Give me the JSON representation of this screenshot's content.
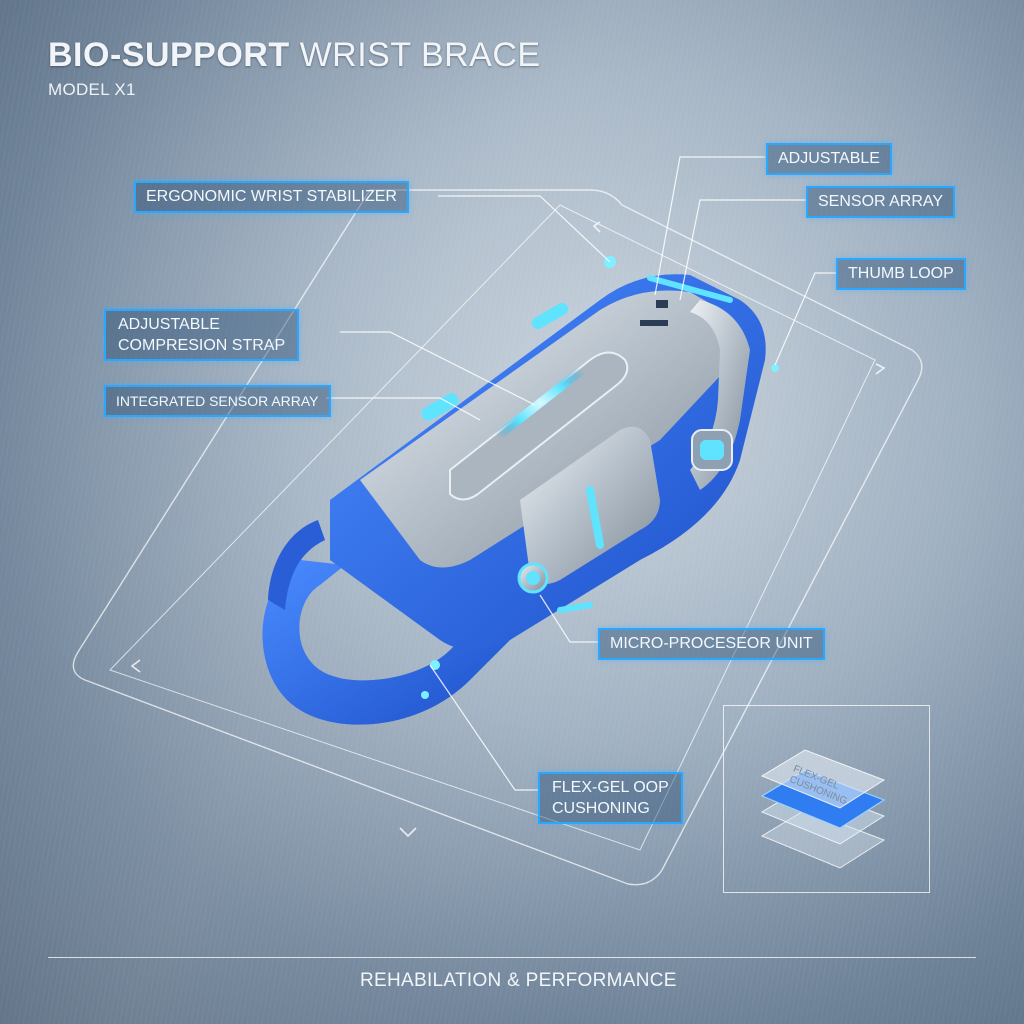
{
  "header": {
    "title_bold": "BIO-SUPPORT",
    "title_rest": " WRIST BRACE",
    "model": "MODEL X1"
  },
  "callouts": {
    "adjustable": "ADJUSTABLE",
    "sensor_array": "SENSOR ARRAY",
    "thumb_loop": "THUMB LOOP",
    "ergonomic": "ERGONOMIC WRIST STABILIZER",
    "compression_line1": "ADJUSTABLE",
    "compression_line2": "COMPRESION STRAP",
    "integrated_sensor": "INTEGRATED SENSOR ARRAY",
    "micro_processor": "MICRO-PROCESEOR UNIT",
    "flexgel_line1": "FLEX-GEL OOP",
    "flexgel_line2": "CUSHONING"
  },
  "inset": {
    "layer_text_line1": "FLEX-GEL",
    "layer_text_line2": "CUSHONING"
  },
  "footer": {
    "tagline": "REHABILATION & PERFORMANCE"
  },
  "colors": {
    "accent_blue": "#2aa8ff",
    "strap_blue": "#2f6fe4",
    "glow_cyan": "#5fe3ff",
    "metal_silver": "#c9d1d9"
  }
}
